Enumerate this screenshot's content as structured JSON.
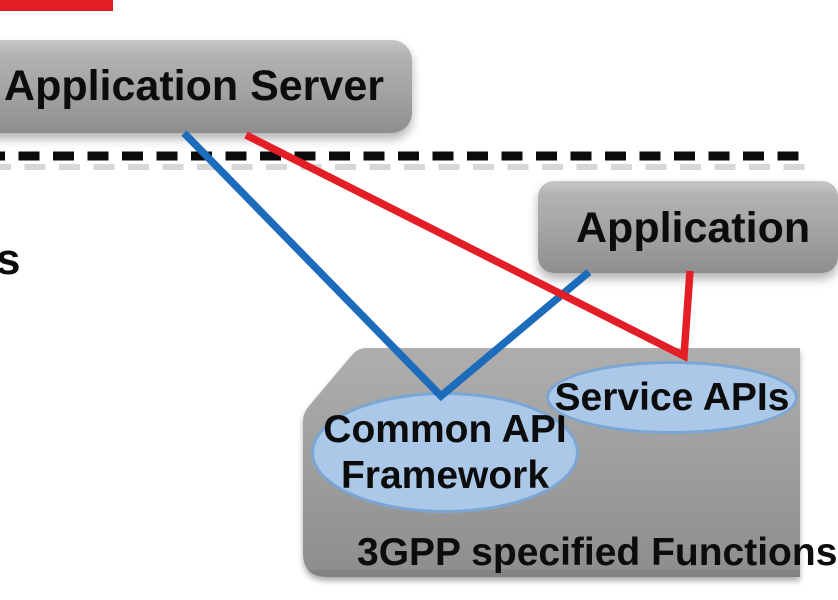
{
  "diagram": {
    "kind": "3GPP CAPIF architecture sketch",
    "separator": {
      "style": "dashed",
      "orientation": "horizontal"
    }
  },
  "nodes": {
    "application_server": {
      "label": "Application Server"
    },
    "application": {
      "label": "Application"
    },
    "common_api_framework": {
      "label_line1": "Common API",
      "label_line2": "Framework"
    },
    "service_apis": {
      "label": "Service APIs"
    },
    "platform": {
      "label": "3GPP specified Functions"
    },
    "clipped_left_text": {
      "label": "s"
    }
  },
  "connections": [
    {
      "from": "Application Server",
      "to": "Common API Framework",
      "color": "#1c6cbb"
    },
    {
      "from": "Application",
      "to": "Common API Framework",
      "color": "#1c6cbb"
    },
    {
      "from": "Application Server",
      "to": "Service APIs",
      "color": "#e41e26"
    },
    {
      "from": "Application",
      "to": "Service APIs",
      "color": "#e41e26"
    }
  ],
  "colors": {
    "background": "#ffffff",
    "red": "#e41e26",
    "blue": "#1c6cbb",
    "box_gray_mid": "#a3a3a3",
    "platform_gray_top": "#adadad",
    "platform_gray_bottom": "#8d8d8d",
    "platform_bottom_edge": "#7a7a7a",
    "ellipse_fill": "#abc8e8",
    "ellipse_border": "#7aa6d6",
    "dash_black": "#0b0b0b",
    "dash_shadow": "#c6c6c6",
    "text": "#0c0c0c"
  }
}
